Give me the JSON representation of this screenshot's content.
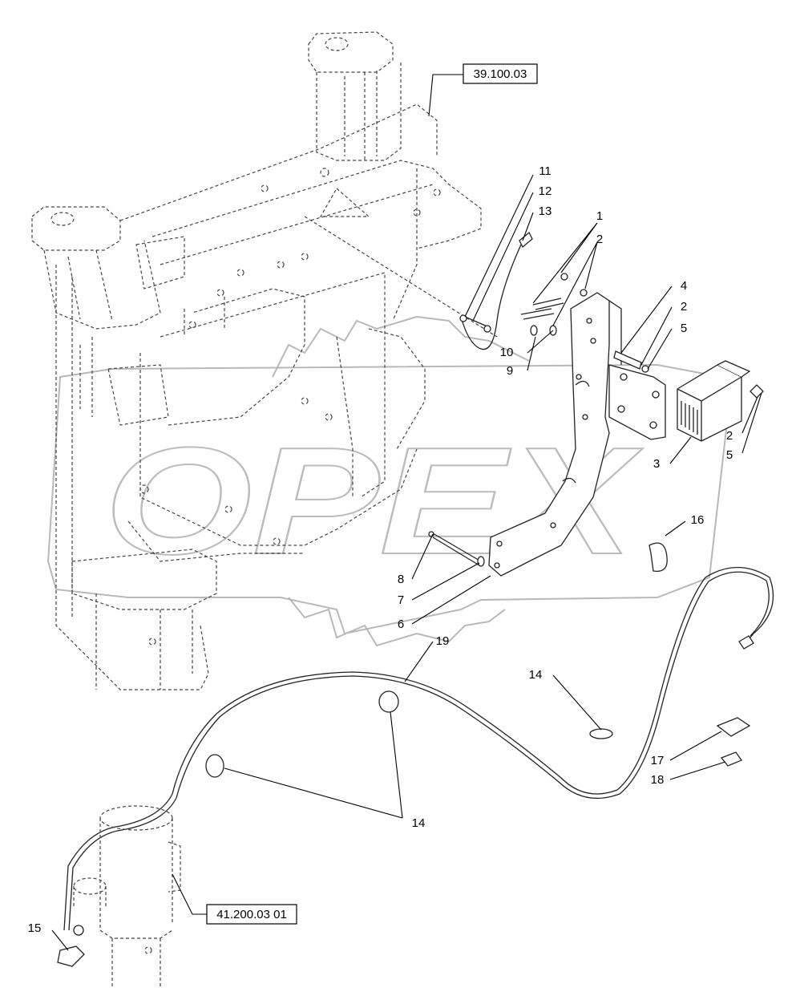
{
  "watermark": {
    "text": "OPEX"
  },
  "reference_boxes": [
    {
      "id": "ref-frame",
      "label": "39.100.03"
    },
    {
      "id": "ref-cylinder",
      "label": "41.200.03 01"
    }
  ],
  "callouts": [
    {
      "id": "c1",
      "label": "1"
    },
    {
      "id": "c2a",
      "label": "2"
    },
    {
      "id": "c2b",
      "label": "2"
    },
    {
      "id": "c2c",
      "label": "2"
    },
    {
      "id": "c3",
      "label": "3"
    },
    {
      "id": "c4",
      "label": "4"
    },
    {
      "id": "c5a",
      "label": "5"
    },
    {
      "id": "c5b",
      "label": "5"
    },
    {
      "id": "c6",
      "label": "6"
    },
    {
      "id": "c7",
      "label": "7"
    },
    {
      "id": "c8",
      "label": "8"
    },
    {
      "id": "c9",
      "label": "9"
    },
    {
      "id": "c10",
      "label": "10"
    },
    {
      "id": "c11",
      "label": "11"
    },
    {
      "id": "c12",
      "label": "12"
    },
    {
      "id": "c13",
      "label": "13"
    },
    {
      "id": "c14a",
      "label": "14"
    },
    {
      "id": "c14b",
      "label": "14"
    },
    {
      "id": "c15",
      "label": "15"
    },
    {
      "id": "c16",
      "label": "16"
    },
    {
      "id": "c17",
      "label": "17"
    },
    {
      "id": "c18",
      "label": "18"
    },
    {
      "id": "c19",
      "label": "19"
    }
  ]
}
